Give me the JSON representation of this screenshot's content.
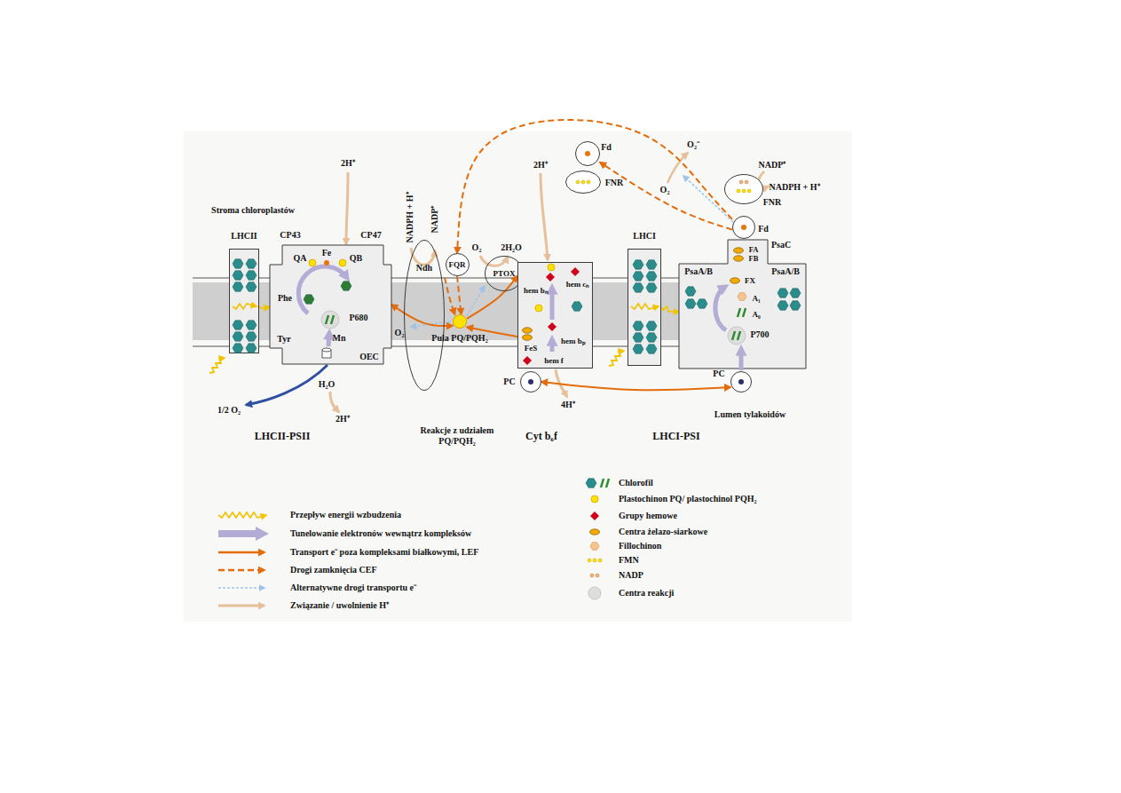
{
  "diagram": {
    "nodes": [
      {
        "text": [
          "LHCII"
        ]
      },
      {
        "text": [
          "CP43",
          "CP47",
          "QA",
          "Fe",
          "QB",
          "Phe",
          "P680",
          "Tyr",
          "Mn",
          "OEC"
        ]
      },
      {
        "text": [
          "Ndh"
        ]
      },
      {
        "text": [
          "FQR"
        ]
      },
      {
        "text": [
          "PTOX"
        ]
      },
      {
        "text": [
          "Pula PQ/PQH₂"
        ]
      },
      {
        "text": [
          "hem bₙ",
          "hem cₙ",
          "hem bₚ",
          "FeS",
          "hem f"
        ]
      },
      {
        "text": [
          "PC"
        ]
      },
      {
        "text": [
          "Fd"
        ]
      },
      {
        "text": [
          "FNR"
        ]
      },
      {
        "text": [
          "LHCI"
        ]
      },
      {
        "text": [
          "PsaA/B",
          "PsaC",
          "PsaA/B",
          "FA",
          "FB",
          "FX",
          "A₁",
          "A₀",
          "P700"
        ]
      },
      {
        "text": [
          "PC"
        ]
      },
      {
        "text": [
          "FNR"
        ]
      },
      {
        "text": [
          "Fd"
        ]
      }
    ],
    "edges": [
      {
        "from": 0,
        "to": 1,
        "arrow": "to"
      },
      {
        "from": 1,
        "to": 5,
        "arrow": "both"
      },
      {
        "from": 5,
        "to": 6,
        "arrow": "to"
      },
      {
        "from": 6,
        "to": 5,
        "arrow": "to"
      },
      {
        "from": 7,
        "to": 12,
        "arrow": "both"
      },
      {
        "from": 14,
        "to": 8,
        "arrow": "to"
      },
      {
        "from": 14,
        "to": 3,
        "arrow": "to"
      },
      {
        "from": 2,
        "to": 5,
        "arrow": "to"
      },
      {
        "from": 3,
        "to": 5,
        "arrow": "to"
      },
      {
        "from": 5,
        "to": 4,
        "arrow": "to"
      },
      {
        "from": 10,
        "to": 11,
        "arrow": "to"
      }
    ],
    "labels": [
      "Stroma chloroplastów",
      "2H⁺",
      "H₂O",
      "1/2 O₂",
      "2H⁺",
      "LHCII-PSII",
      "NADPH + H⁺",
      "NADP⁺",
      "O₂",
      "2H₂O",
      "O₂",
      "Reakcje z udziałem PQ/PQH₂",
      "2H⁺",
      "4H⁺",
      "Cyt b₆f",
      "O₂⁻",
      "O₂",
      "NADP⁺",
      "NADPH + H⁺",
      "LHCI-PSI",
      "Lumen tylakoidów"
    ],
    "legend": [
      {
        "text": "Przepływ energii wzbudzenia"
      },
      {
        "text": "Tunelowanie elektronów wewnątrz kompleksów"
      },
      {
        "text": "Transport e⁻ poza kompleksami białkowymi, LEF"
      },
      {
        "text": "Drogi zamknięcia CEF"
      },
      {
        "text": "Alternatywne drogi transportu e⁻"
      },
      {
        "text": "Związanie / uwolnienie H⁺"
      },
      {
        "text": "Chlorofil"
      },
      {
        "text": "Plastochinon PQ/ plastochinol PQH₂"
      },
      {
        "text": "Grupy hemowe"
      },
      {
        "text": "Centra żelazo-siarkowe"
      },
      {
        "text": "Fillochinon"
      },
      {
        "text": "FMN"
      },
      {
        "text": "NADP"
      },
      {
        "text": "Centra reakcji"
      }
    ]
  }
}
